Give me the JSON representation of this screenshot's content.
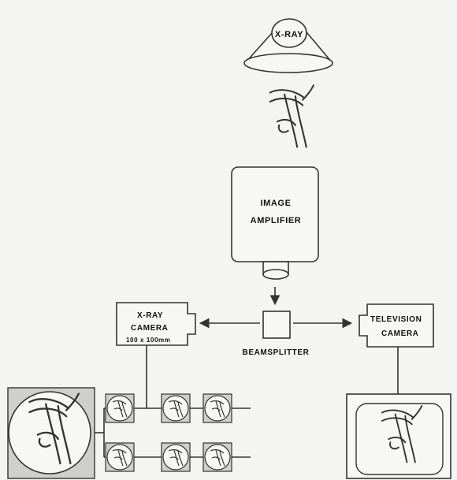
{
  "labels": {
    "xray_source": "X-RAY",
    "amp_line1": "IMAGE",
    "amp_line2": "AMPLIFIER",
    "xray_cam_line1": "X-RAY",
    "xray_cam_line2": "CAMERA",
    "xray_cam_line3": "100 x 100mm",
    "beamsplitter": "BEAMSPLITTER",
    "tv_line1": "TELEVISION",
    "tv_line2": "CAMERA"
  },
  "icons": {
    "vessel": "coronary-vessel-icon",
    "thumb": "film-frame-icon"
  }
}
